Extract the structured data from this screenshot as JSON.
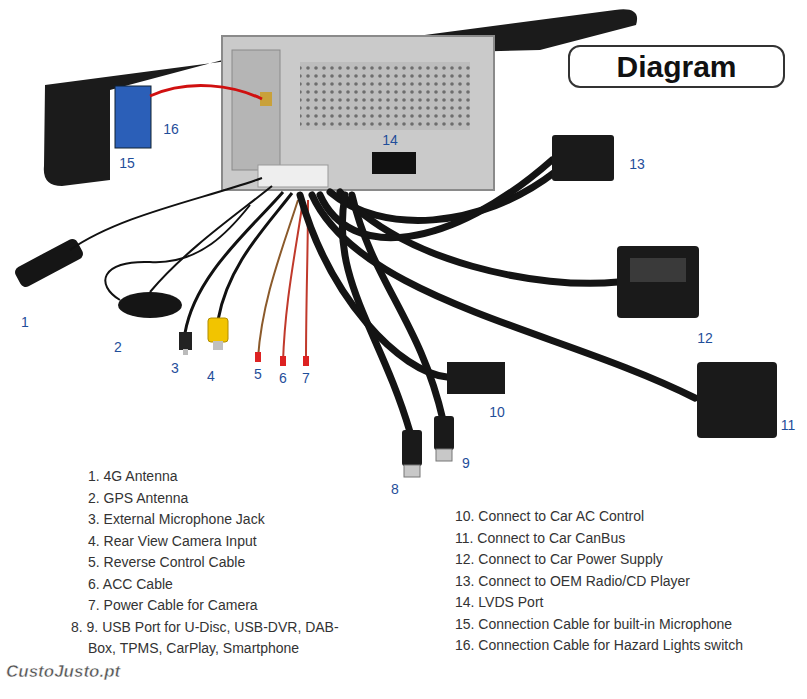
{
  "diagram": {
    "title": "Diagram",
    "labels": [
      "1",
      "2",
      "3",
      "4",
      "5",
      "6",
      "7",
      "8",
      "9",
      "10",
      "11",
      "12",
      "13",
      "14",
      "15",
      "16",
      "1. 4G Antenna",
      "2. GPS Antenna",
      "3. External Microphone Jack",
      "4. Rear View Camera Input",
      "5. Reverse Control Cable",
      "6. ACC Cable",
      "7. Power Cable for Camera",
      "8. 9. USB Port for U-Disc, USB-DVR, DAB-Box, TPMS, CarPlay, Smartphone",
      "10. Connect to Car AC Control",
      "11. Connect to Car CanBus",
      "12. Connect to Car Power Supply",
      "13. Connect to OEM Radio/CD Player",
      "14. LVDS Port",
      "15. Connection Cable for built-in Microphone",
      "16. Connection Cable for Hazard Lights switch",
      "CustoJusto.pt"
    ]
  }
}
